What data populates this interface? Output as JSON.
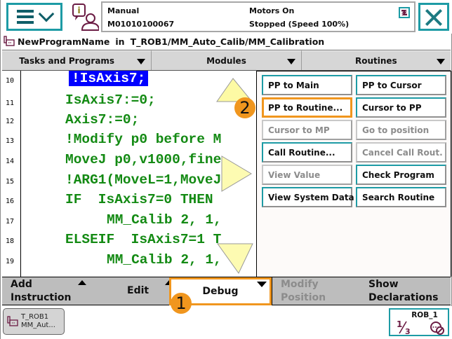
{
  "status": {
    "mode": "Manual",
    "serial": "M01010100067",
    "motors": "Motors On",
    "state": "Stopped (Speed 100%)"
  },
  "title": {
    "program": "NewProgramName",
    "in_word": "in",
    "path": "T_ROB1/MM_Auto_Calib/MM_Calibration"
  },
  "tabs": [
    {
      "label": "Tasks and Programs"
    },
    {
      "label": "Modules"
    },
    {
      "label": "Routines"
    }
  ],
  "code": {
    "lines": [
      {
        "num": "10",
        "text": "!IsAxis7;",
        "indent": "    ",
        "selected": true
      },
      {
        "num": "11",
        "text": "IsAxis7:=0;",
        "indent": "   "
      },
      {
        "num": "12",
        "text": "Axis7:=0;",
        "indent": "   "
      },
      {
        "num": "13",
        "text": "!Modify p0 before M",
        "indent": "   "
      },
      {
        "num": "14",
        "text": "MoveJ p0,v1000,fine",
        "indent": "   "
      },
      {
        "num": "15",
        "text": "!ARG1(MoveL=1,MoveJ",
        "indent": "   "
      },
      {
        "num": "16",
        "text": "IF  IsAxis7=0 THEN",
        "indent": "   "
      },
      {
        "num": "17",
        "text": "MM_Calib 2, 1,",
        "indent": "      "
      },
      {
        "num": "18",
        "text": "ELSEIF  IsAxis7=1 T",
        "indent": "   "
      },
      {
        "num": "19",
        "text": "MM_Calib 2, 1,",
        "indent": "      "
      }
    ]
  },
  "debug_menu": {
    "items": [
      {
        "label": "PP to Main",
        "enabled": true
      },
      {
        "label": "PP to Cursor",
        "enabled": true
      },
      {
        "label": "PP to Routine...",
        "enabled": true,
        "focused": true
      },
      {
        "label": "Cursor to PP",
        "enabled": true
      },
      {
        "label": "Cursor to MP",
        "enabled": false
      },
      {
        "label": "Go to position",
        "enabled": false
      },
      {
        "label": "Call Routine...",
        "enabled": true
      },
      {
        "label": "Cancel Call Rout.",
        "enabled": false
      },
      {
        "label": "View Value",
        "enabled": false
      },
      {
        "label": "Check Program",
        "enabled": true
      },
      {
        "label": "View System Data",
        "enabled": true
      },
      {
        "label": "Search Routine",
        "enabled": true
      }
    ]
  },
  "commands": {
    "add_instruction_1": "Add",
    "add_instruction_2": "Instruction",
    "edit": "Edit",
    "debug": "Debug",
    "modify_position_1": "Modify",
    "modify_position_2": "Position",
    "show_declarations_1": "Show",
    "show_declarations_2": "Declarations"
  },
  "taskbar": {
    "task_line1": "T_ROB1",
    "task_line2": "MM_Aut...",
    "rob_label": "ROB_1",
    "increment": "1/3"
  },
  "annotations": {
    "callout_1": "1",
    "callout_2": "2"
  },
  "colors": {
    "accent": "#1d9ba5",
    "callout": "#f0961e",
    "code_green": "#138a13",
    "selection": "#0000ff",
    "icon_maroon": "#6b1c44"
  }
}
